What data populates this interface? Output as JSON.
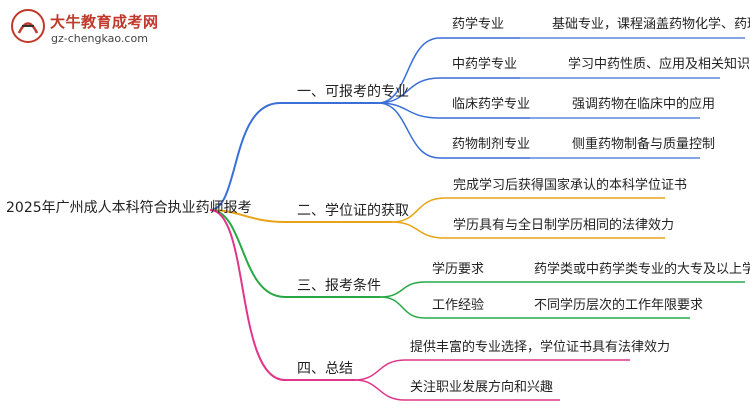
{
  "logo": {
    "name": "大牛教育成考网",
    "url": "gz-chengkao.com",
    "mark_text": "大牛"
  },
  "root": "2025年广州成人本科符合执业药师报考",
  "colors": {
    "blue": "#3a6fd8",
    "orange": "#e8a317",
    "green": "#27a844",
    "pink": "#e0368a"
  },
  "branches": [
    {
      "title": "一、可报考的专业",
      "items": [
        {
          "label": "药学专业",
          "detail": "基础专业，课程涵盖药物化学、药理学"
        },
        {
          "label": "中药学专业",
          "detail": "学习中药性质、应用及相关知识"
        },
        {
          "label": "临床药学专业",
          "detail": "强调药物在临床中的应用"
        },
        {
          "label": "药物制剂专业",
          "detail": "侧重药物制备与质量控制"
        }
      ]
    },
    {
      "title": "二、学位证的获取",
      "items": [
        {
          "label": "完成学习后获得国家承认的本科学位证书"
        },
        {
          "label": "学历具有与全日制学历相同的法律效力"
        }
      ]
    },
    {
      "title": "三、报考条件",
      "items": [
        {
          "label": "学历要求",
          "detail": "药学类或中药学类专业的大专及以上学历"
        },
        {
          "label": "工作经验",
          "detail": "不同学历层次的工作年限要求"
        }
      ]
    },
    {
      "title": "四、总结",
      "items": [
        {
          "label": "提供丰富的专业选择，学位证书具有法律效力"
        },
        {
          "label": "关注职业发展方向和兴趣"
        }
      ]
    }
  ]
}
